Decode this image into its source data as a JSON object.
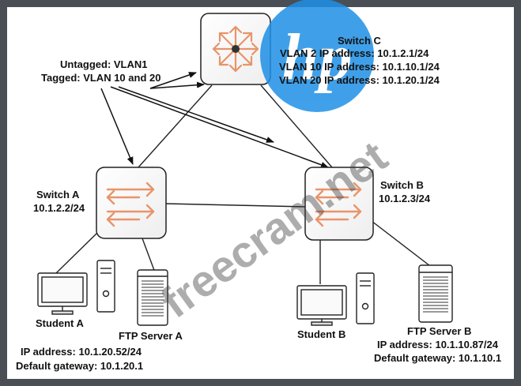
{
  "switch_c": {
    "name": "Switch C",
    "vlan2": "VLAN 2 IP address: 10.1.2.1/24",
    "vlan10": "VLAN 10 IP address: 10.1.10.1/24",
    "vlan20": "VLAN 20 IP address: 10.1.20.1/24",
    "icon": "router-icon"
  },
  "trunk": {
    "untagged": "Untagged: VLAN1",
    "tagged": "Tagged: VLAN 10 and 20"
  },
  "switch_a": {
    "name": "Switch A",
    "ip": "10.1.2.2/24",
    "icon": "switch-icon"
  },
  "switch_b": {
    "name": "Switch B",
    "ip": "10.1.2.3/24",
    "icon": "switch-icon"
  },
  "student_a": {
    "name": "Student A",
    "ip": "IP address: 10.1.20.52/24",
    "gateway": "Default gateway: 10.1.20.1"
  },
  "ftp_a": {
    "name": "FTP Server A"
  },
  "student_b": {
    "name": "Student B"
  },
  "ftp_b": {
    "name": "FTP Server B",
    "ip": "IP address: 10.1.10.87/24",
    "gateway": "Default gateway: 10.1.10.1"
  },
  "watermarks": {
    "logo": "hp",
    "site": "freecram.net"
  },
  "colors": {
    "frame": "#4a4e55",
    "device_arrows": "#e8946a",
    "logo_blue": "#1e90e6"
  }
}
